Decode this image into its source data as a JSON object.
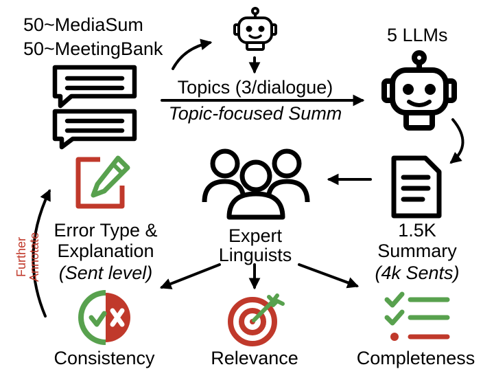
{
  "sources": {
    "mediasum": "50~MediaSum",
    "meetingbank": "50~MeetingBank"
  },
  "topics": {
    "label": "Topics (3/dialogue)",
    "task": "Topic-focused Summ"
  },
  "llms": {
    "label": "5 LLMs"
  },
  "summary": {
    "count": "1.5K",
    "label": "Summary",
    "sents": "(4k Sents)"
  },
  "experts": {
    "line1": "Expert",
    "line2": "Linguists"
  },
  "errors": {
    "line1": "Error Type &",
    "line2": "Explanation",
    "level": "(Sent level)"
  },
  "further": {
    "line1": "Further",
    "line2": "Annotate"
  },
  "metrics": {
    "consistency": "Consistency",
    "relevance": "Relevance",
    "completeness": "Completeness"
  },
  "icons": {
    "dialogue": "chat-bubbles-icon",
    "small_robot": "robot-icon",
    "large_robot": "robot-icon",
    "summary": "document-icon",
    "experts": "people-group-icon",
    "error": "edit-pencil-icon",
    "consistency": "check-cross-icon",
    "relevance": "target-arrow-icon",
    "completeness": "checklist-icon"
  },
  "colors": {
    "green": "#58a14e",
    "red": "#c0392b",
    "ink": "#000000"
  }
}
